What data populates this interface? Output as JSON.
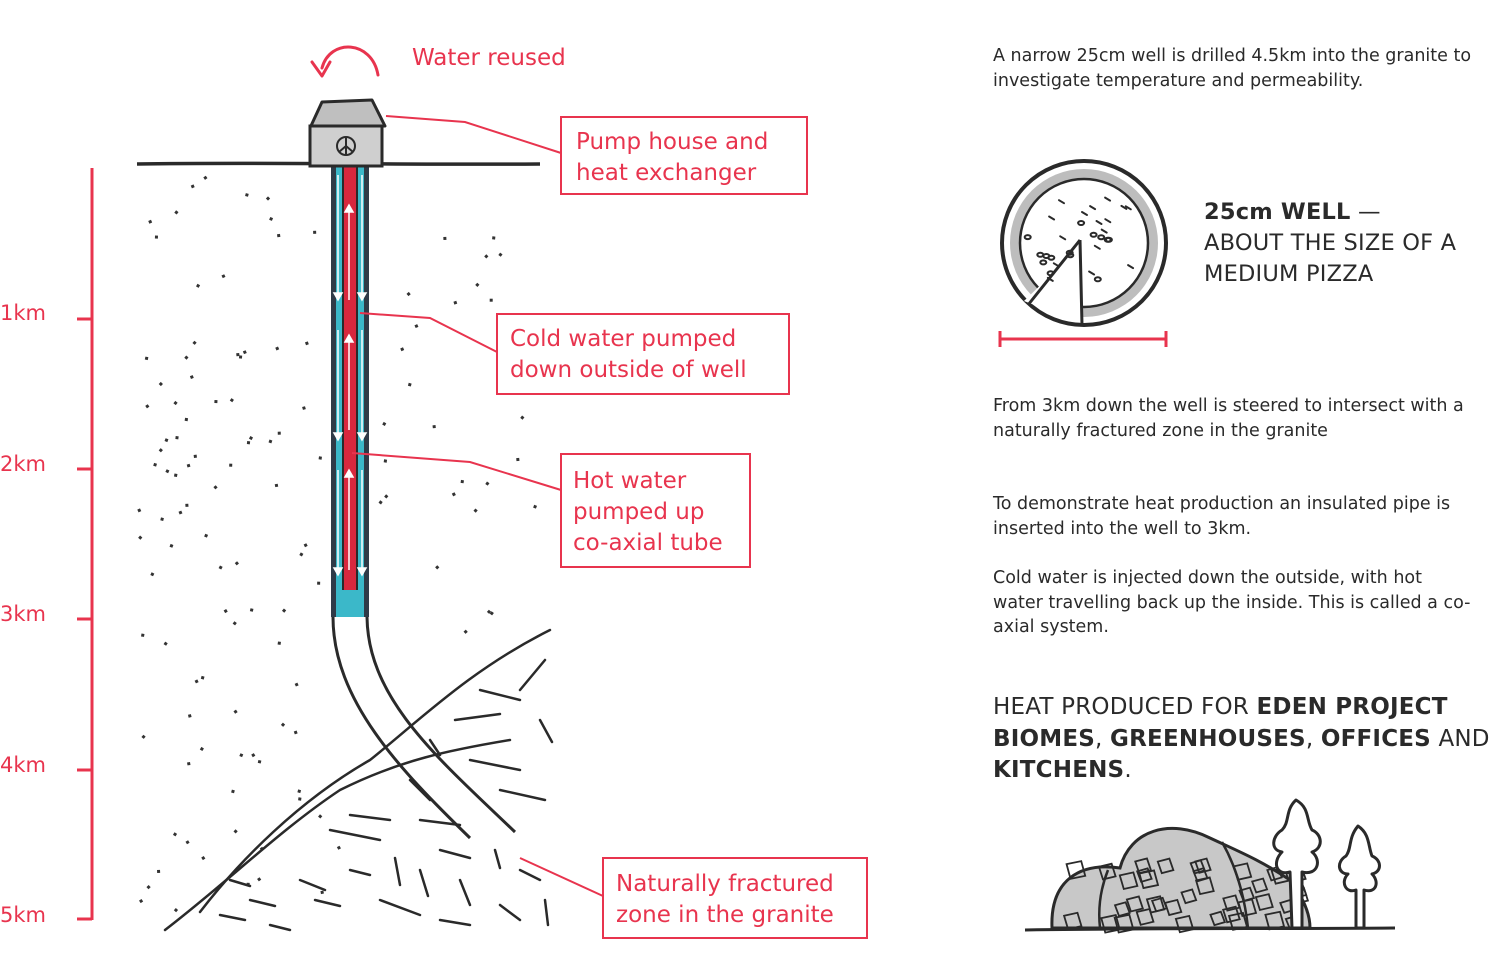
{
  "depth_scale": {
    "labels": [
      "1km",
      "2km",
      "3km",
      "4km",
      "5km"
    ]
  },
  "callouts": {
    "water_reused": "Water reused",
    "pump_house": [
      "Pump house and",
      "heat exchanger"
    ],
    "cold_water": [
      "Cold water pumped",
      "down outside of well"
    ],
    "hot_water": [
      "Hot water",
      "pumped up",
      "co-axial tube"
    ],
    "fractured_zone": [
      "Naturally fractured",
      "zone in the granite"
    ]
  },
  "info": {
    "intro": "A narrow 25cm well is drilled 4.5km into the granite to investigate temperature and permeability.",
    "pizza_bold": "25cm WELL",
    "pizza_dash": " —",
    "pizza_rest": "ABOUT THE SIZE OF A MEDIUM PIZZA",
    "steered": "From 3km down the well is steered to intersect with a naturally fractured zone in the granite",
    "demonstrate": "To demonstrate heat production an insulated pipe is inserted into the well to 3km.",
    "coaxial": "Cold water is injected down the outside, with hot water travelling back up the inside. This is called a co-axial system."
  },
  "heat": {
    "p1": "HEAT PRODUCED FOR ",
    "b1": "EDEN PROJECT BIOMES",
    "p2": ", ",
    "b2": "GREENHOUSES",
    "p3": ", ",
    "b3": "OFFICES",
    "p4": " AND ",
    "b4": "KITCHENS",
    "p5": "."
  },
  "colors": {
    "accent": "#e8344e",
    "cold_water": "#3bb8c9",
    "hot_pipe": "#d8283e",
    "ink": "#2a2a2a",
    "house": "#cfcfcf"
  },
  "icons": [
    "rotate-arrow-icon",
    "peace-symbol-icon",
    "pizza-icon",
    "biome-dome-icon",
    "tree-icon"
  ]
}
